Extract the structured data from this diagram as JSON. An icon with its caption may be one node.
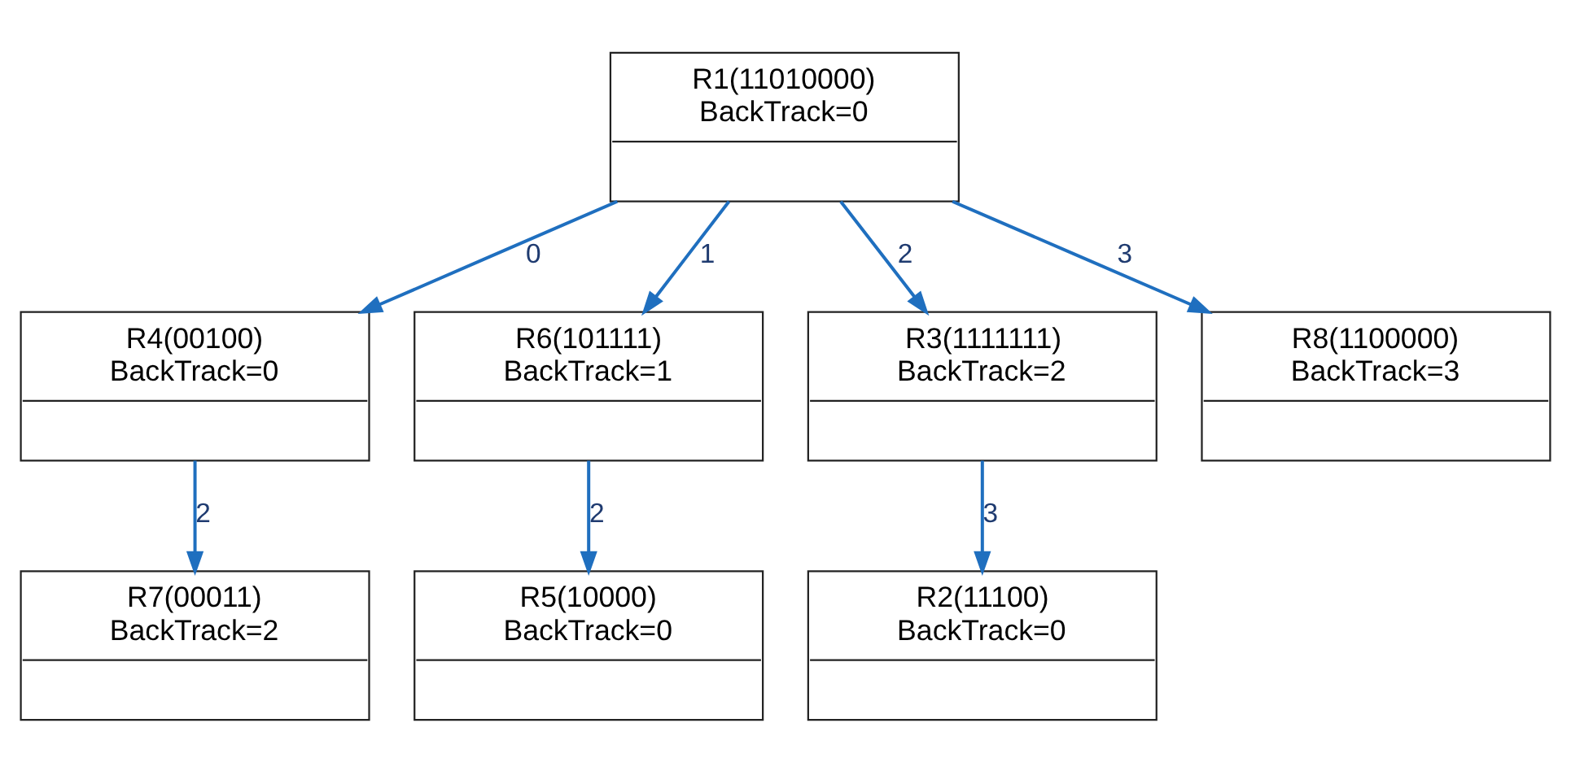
{
  "diagram": {
    "nodes": [
      {
        "text": [
          "R1(11010000)",
          "BackTrack=0"
        ]
      },
      {
        "text": [
          "R4(00100)",
          "BackTrack=0"
        ]
      },
      {
        "text": [
          "R6(101111)",
          "BackTrack=1"
        ]
      },
      {
        "text": [
          "R3(1111111)",
          "BackTrack=2"
        ]
      },
      {
        "text": [
          "R8(1100000)",
          "BackTrack=3"
        ]
      },
      {
        "text": [
          "R7(00011)",
          "BackTrack=2"
        ]
      },
      {
        "text": [
          "R5(10000)",
          "BackTrack=0"
        ]
      },
      {
        "text": [
          "R2(11100)",
          "BackTrack=0"
        ]
      }
    ],
    "edges": [
      {
        "from": 0,
        "to": 1,
        "arrow": "to",
        "label": "0"
      },
      {
        "from": 0,
        "to": 2,
        "arrow": "to",
        "label": "1"
      },
      {
        "from": 0,
        "to": 3,
        "arrow": "to",
        "label": "2"
      },
      {
        "from": 0,
        "to": 4,
        "arrow": "to",
        "label": "3"
      },
      {
        "from": 1,
        "to": 5,
        "arrow": "to",
        "label": "2"
      },
      {
        "from": 2,
        "to": 6,
        "arrow": "to",
        "label": "2"
      },
      {
        "from": 3,
        "to": 7,
        "arrow": "to",
        "label": "3"
      }
    ]
  }
}
